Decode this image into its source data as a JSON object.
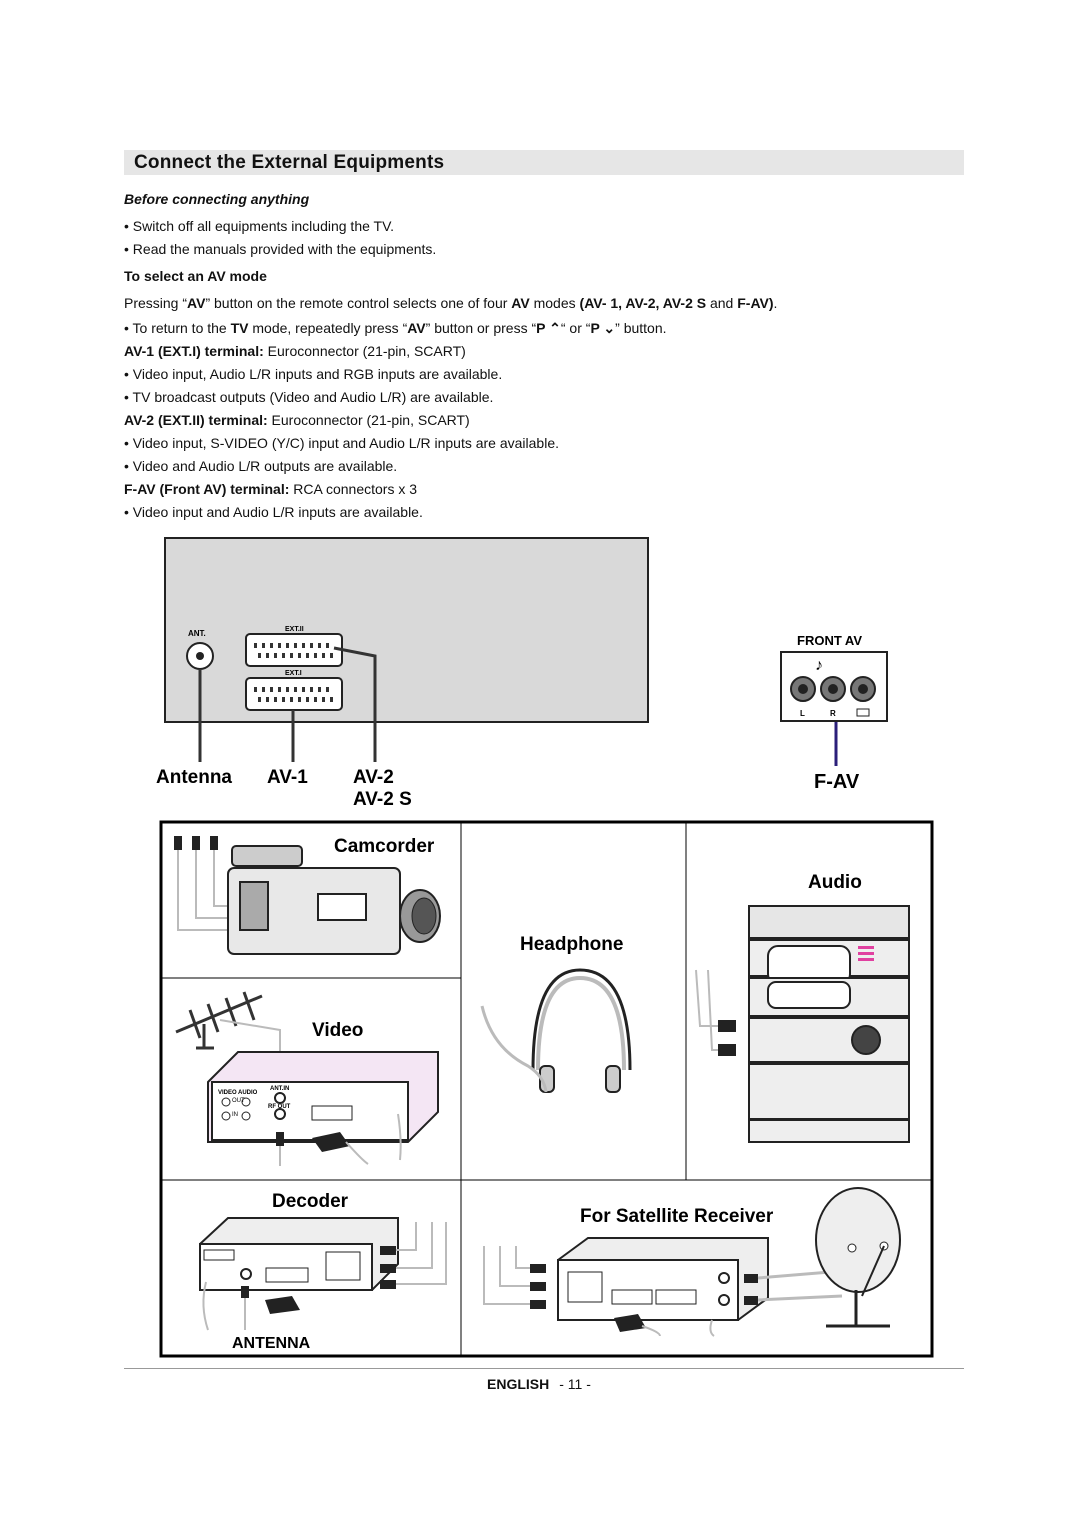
{
  "header": {
    "title": "Connect the External Equipments"
  },
  "before": {
    "heading": "Before connecting anything",
    "bullet1": "• Switch off all equipments including the TV.",
    "bullet2": "• Read the manuals provided with the equipments."
  },
  "av_mode": {
    "heading": "To select an AV mode",
    "p1_a": "Pressing “",
    "p1_b": "AV",
    "p1_c": "” button on the remote control selects one of four ",
    "p1_d": "AV",
    "p1_e": " modes ",
    "p1_f": "(AV- 1, AV-2, AV-2 S",
    "p1_g": " and ",
    "p1_h": "F-AV)",
    "p1_i": ".",
    "p2_a": "• To return to the ",
    "p2_b": "TV",
    "p2_c": " mode, repeatedly press “",
    "p2_d": "AV",
    "p2_e": "” button or press “",
    "p2_f": "P ⌃",
    "p2_g": "“ or “",
    "p2_h": "P ⌄",
    "p2_i": "” button."
  },
  "terminals": {
    "av1_label": "AV-1 (EXT.I) terminal:",
    "av1_desc": " Euroconnector (21-pin, SCART)",
    "av1_b1": "• Video input, Audio L/R inputs and RGB inputs are available.",
    "av1_b2": "• TV broadcast outputs (Video and Audio L/R) are available.",
    "av2_label": "AV-2 (EXT.II) terminal:",
    "av2_desc": " Euroconnector (21-pin, SCART)",
    "av2_b1": "• Video input, S-VIDEO (Y/C) input and Audio L/R inputs are available.",
    "av2_b2": "• Video and Audio L/R outputs are available.",
    "fav_label": "F-AV (Front AV) terminal:",
    "fav_desc": " RCA connectors x 3",
    "fav_b1": "• Video input and Audio L/R inputs are available."
  },
  "panel": {
    "ant": "ANT.",
    "ext2": "EXT.II",
    "ext1": "EXT.I",
    "front_av": "FRONT AV",
    "front_l": "L",
    "front_r": "R",
    "label_antenna": "Antenna",
    "label_av1": "AV-1",
    "label_av2": "AV-2",
    "label_av2s": "AV-2 S",
    "label_fav": "F-AV"
  },
  "devices": {
    "camcorder": "Camcorder",
    "video": "Video",
    "headphone": "Headphone",
    "audio": "Audio",
    "decoder": "Decoder",
    "satellite": "For Satellite Receiver",
    "antenna": "ANTENNA",
    "vcr_video": "VIDEO",
    "vcr_audio": "AUDIO",
    "vcr_antin": "ANT.IN",
    "vcr_rfout": "RF OUT",
    "vcr_out": "OUT",
    "vcr_in": "IN"
  },
  "footer": {
    "lang": "ENGLISH",
    "page": "- 11 -"
  }
}
